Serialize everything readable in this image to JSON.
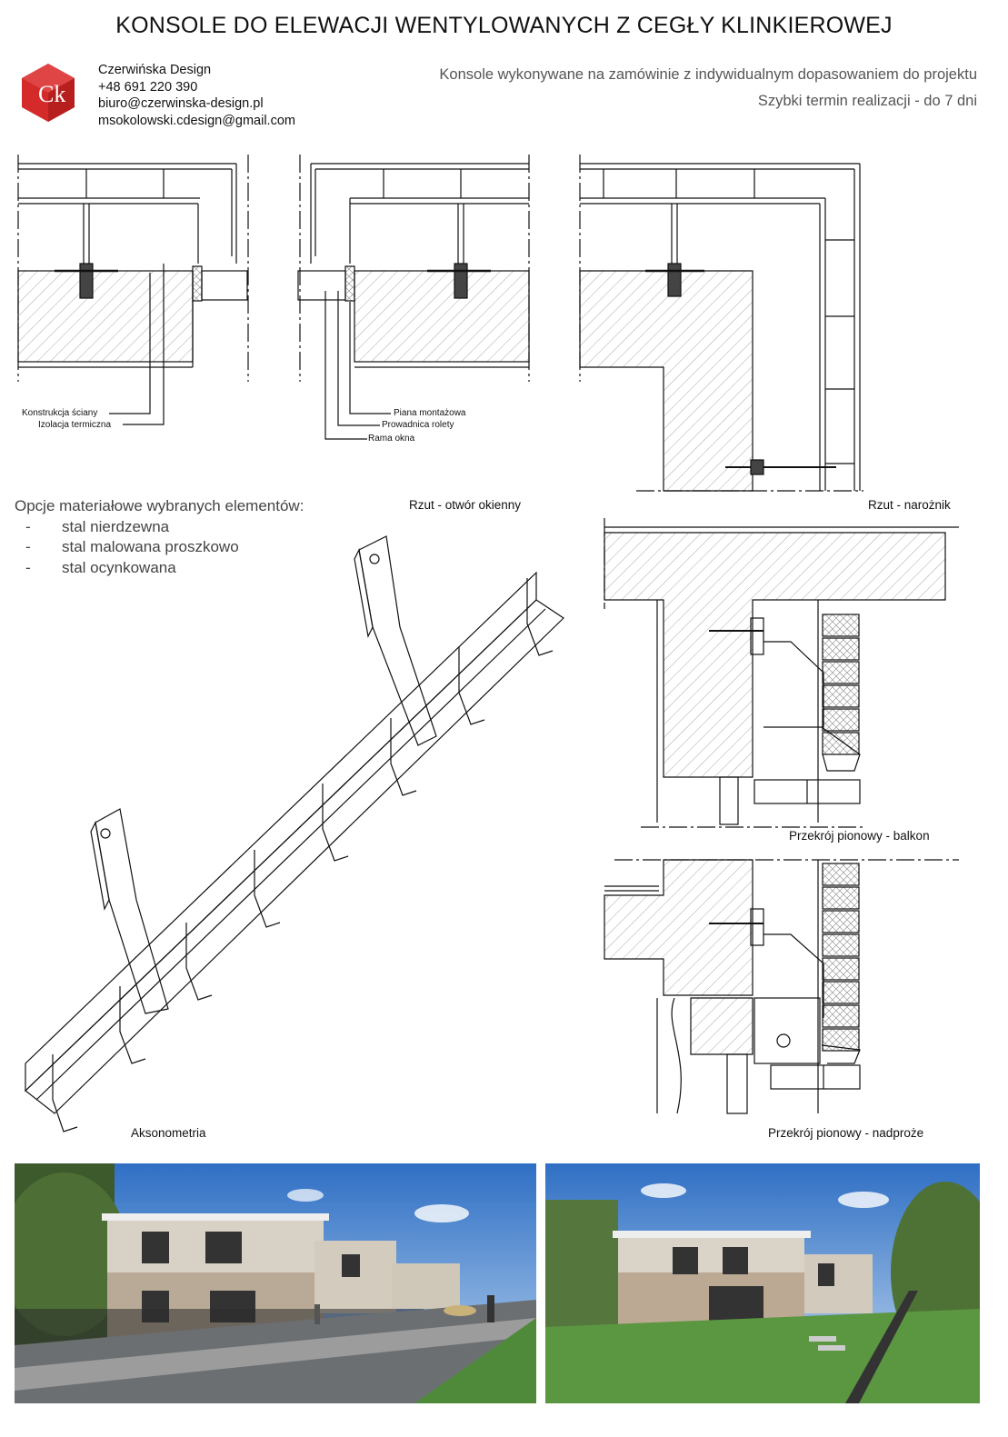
{
  "title": "KONSOLE DO ELEWACJI WENTYLOWANYCH Z CEGŁY KLINKIEROWEJ",
  "company": {
    "name": "Czerwińska Design",
    "phone": "+48 691 220 390",
    "email1": "biuro@czerwinska-design.pl",
    "email2": "msokolowski.cdesign@gmail.com",
    "logo_letters": "Ck",
    "logo_color": "#d42a2a"
  },
  "notes": {
    "line1": "Konsole wykonywane na zamówinie z indywidualnym dopasowaniem do projektu",
    "line2": "Szybki termin realizacji - do 7 dni"
  },
  "callouts": {
    "wall_construction": "Konstrukcja ściany",
    "insulation": "Izolacja termiczna",
    "foam": "Piana montażowa",
    "shutter_guide": "Prowadnica rolety",
    "window_frame": "Rama okna"
  },
  "captions": {
    "plan_window": "Rzut - otwór okienny",
    "plan_corner": "Rzut - narożnik",
    "section_balcony": "Przekrój pionowy - balkon",
    "section_lintel": "Przekrój pionowy - nadproże",
    "axonometry": "Aksonometria"
  },
  "materials": {
    "heading": "Opcje materiałowe wybranych elementów:",
    "bullet": "-",
    "items": [
      "stal nierdzewna",
      "stal malowana proszkowo",
      "stal ocynkowana"
    ]
  },
  "photos": [
    {
      "name": "street-view-rendering",
      "sky": "#3f7fd0",
      "grass": "#4f8a3a"
    },
    {
      "name": "garden-view-rendering",
      "sky": "#3f7fd0",
      "grass": "#5b9640"
    }
  ]
}
